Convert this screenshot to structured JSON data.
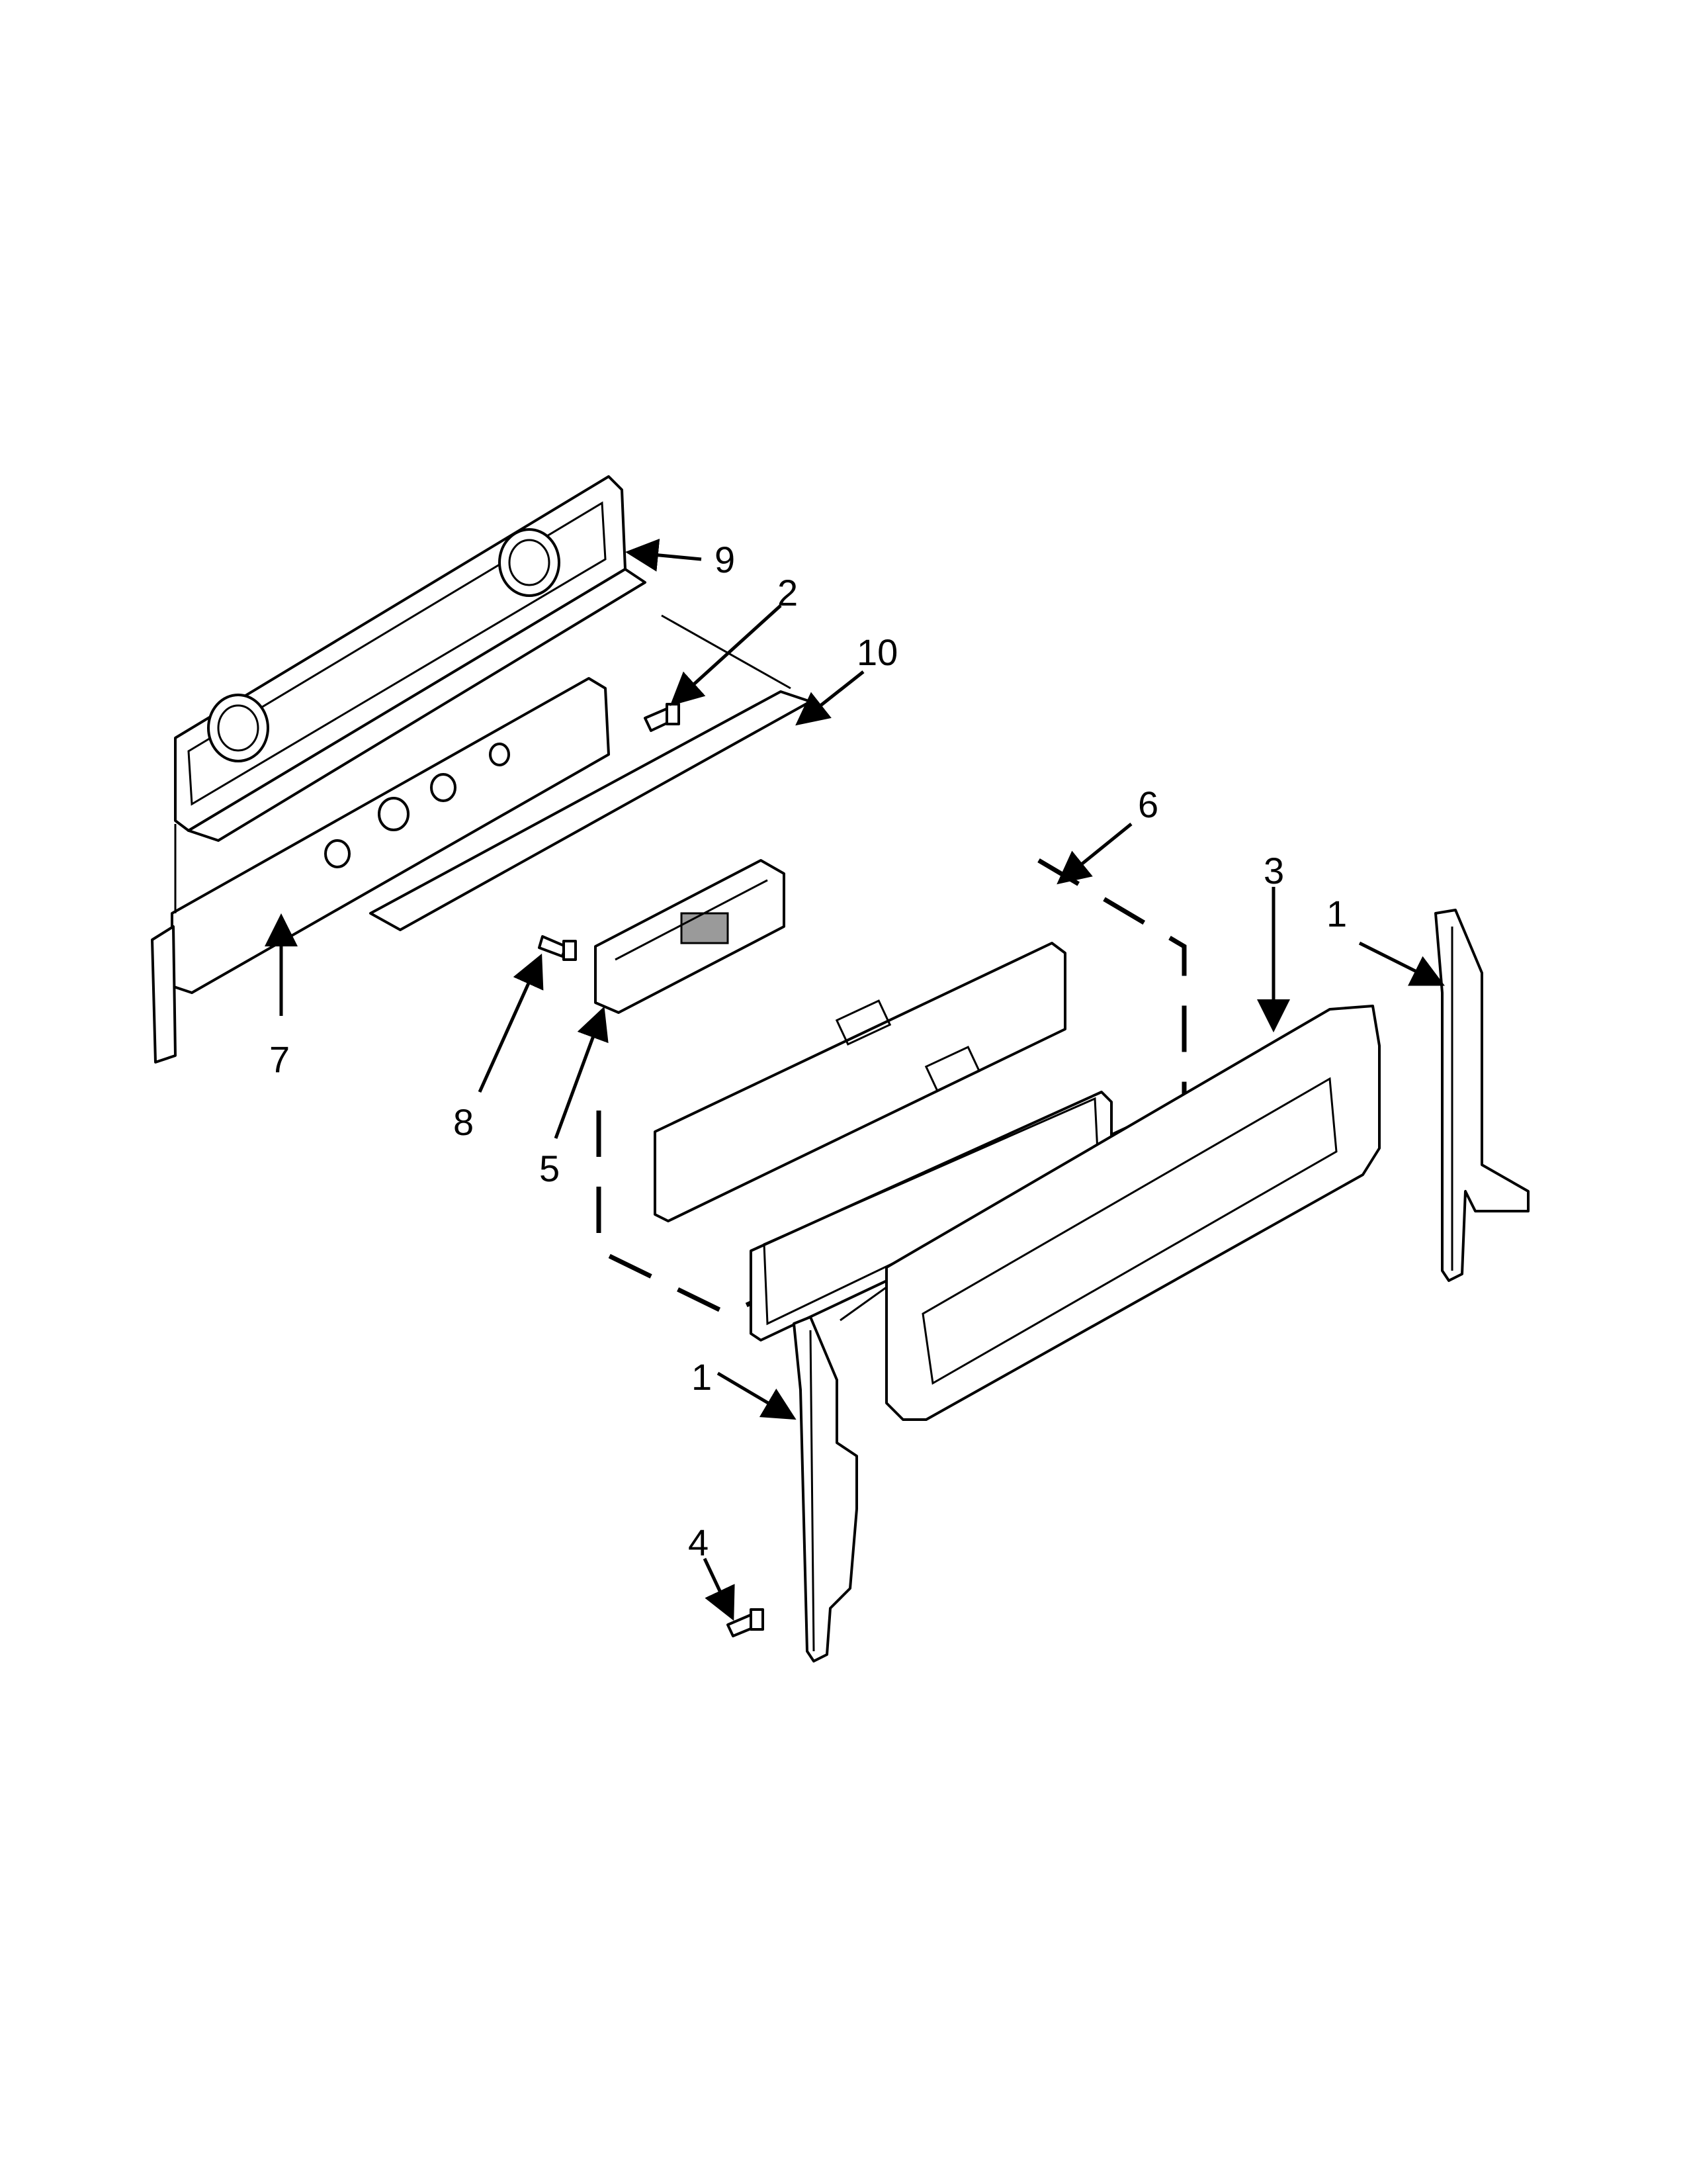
{
  "diagram": {
    "callouts": [
      {
        "id": "c9",
        "label": "9"
      },
      {
        "id": "c2",
        "label": "2"
      },
      {
        "id": "c10",
        "label": "10"
      },
      {
        "id": "c6",
        "label": "6"
      },
      {
        "id": "c3",
        "label": "3"
      },
      {
        "id": "c1a",
        "label": "1"
      },
      {
        "id": "c7",
        "label": "7"
      },
      {
        "id": "c8",
        "label": "8"
      },
      {
        "id": "c5",
        "label": "5"
      },
      {
        "id": "c1b",
        "label": "1"
      },
      {
        "id": "c4",
        "label": "4"
      }
    ]
  }
}
